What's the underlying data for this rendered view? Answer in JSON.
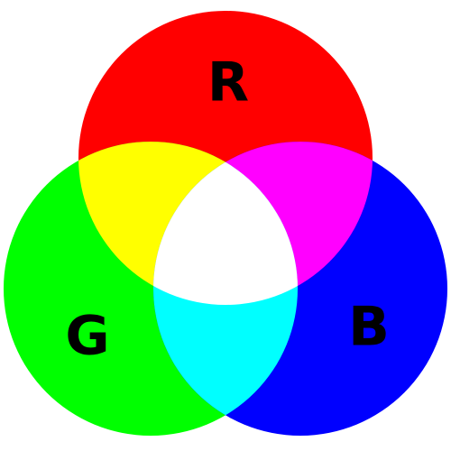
{
  "diagram": {
    "background": "#FFFFFF",
    "circles": [
      {
        "id": "red",
        "label": "R",
        "color": "#FF0000"
      },
      {
        "id": "green",
        "label": "G",
        "color": "#00FF00"
      },
      {
        "id": "blue",
        "label": "B",
        "color": "#0000FF"
      }
    ],
    "overlaps": [
      {
        "id": "red-green",
        "color": "#FFFF00"
      },
      {
        "id": "red-blue",
        "color": "#FF00FF"
      },
      {
        "id": "green-blue",
        "color": "#00FFFF"
      },
      {
        "id": "red-green-blue",
        "color": "#FFFFFF"
      }
    ]
  }
}
